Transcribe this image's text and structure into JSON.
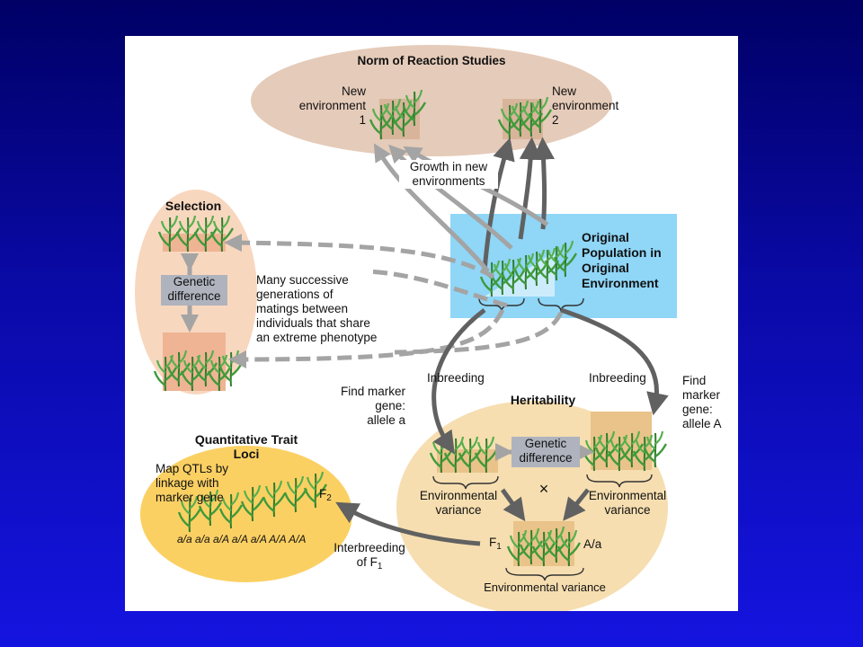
{
  "norm": {
    "title": "Norm of Reaction Studies",
    "env1": [
      "New",
      "environment",
      "1"
    ],
    "env2": [
      "New",
      "environment",
      "2"
    ],
    "growth": [
      "Growth in new",
      "environments"
    ]
  },
  "original": {
    "title": [
      "Original",
      "Population in",
      "Original",
      "Environment"
    ]
  },
  "selection": {
    "title": "Selection",
    "genetic_difference": [
      "Genetic",
      "difference"
    ],
    "matings": [
      "Many successive",
      "generations of",
      "matings between",
      "individuals that share",
      "an extreme phenotype"
    ]
  },
  "inbreeding_left": "Inbreeding",
  "inbreeding_right": "Inbreeding",
  "marker_a": [
    "Find marker",
    "gene:",
    "allele a"
  ],
  "marker_A": [
    "Find",
    "marker",
    "gene:",
    "allele A"
  ],
  "heritability": {
    "title": "Heritability",
    "genetic_difference": [
      "Genetic",
      "difference"
    ],
    "env_var_left": [
      "Environmental",
      "variance"
    ],
    "env_var_right": [
      "Environmental",
      "variance"
    ],
    "cross": "×",
    "f1": "F",
    "f1_sub": "1",
    "genotype": "A/a",
    "env_var_bottom": "Environmental variance"
  },
  "qtl": {
    "title": [
      "Quantitative Trait",
      "Loci"
    ],
    "map": [
      "Map QTLs by",
      "linkage with",
      "marker gene"
    ],
    "f2": "F",
    "f2_sub": "2",
    "genotypes": "a/a a/a a/A a/A a/A A/A A/A",
    "interbreeding": "Interbreeding",
    "of": "of F",
    "of_sub": "1"
  },
  "colors": {
    "background_top": "#000066",
    "background_bottom": "#1414e0",
    "norm_oval": "#e5cbb9",
    "selection_oval": "#f8d7bf",
    "heritability_oval": "#f6deb0",
    "qtl_oval": "#fbd063",
    "original_box": "#8fd6f7",
    "arrow_dark": "#616161",
    "arrow_light": "#a4a4a4",
    "plant_green": "#3f9a3a"
  }
}
